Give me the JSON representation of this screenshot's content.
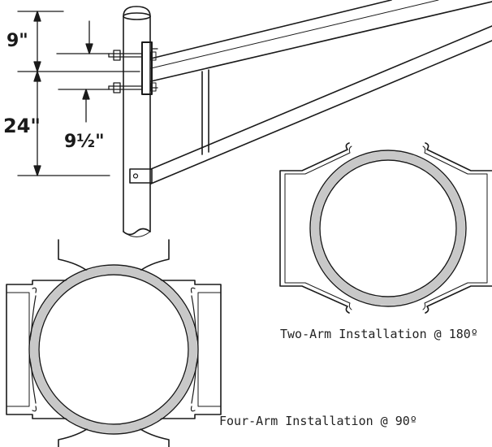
{
  "dimensions": {
    "upper_spacing": "9\"",
    "total_spacing": "24\"",
    "lower_offset": "9½\""
  },
  "captions": {
    "two_arm": "Two-Arm Installation @ 180º",
    "four_arm": "Four-Arm Installation @ 90º"
  },
  "colors": {
    "line": "#1a1a1a",
    "ring": "#c8c8c8"
  }
}
